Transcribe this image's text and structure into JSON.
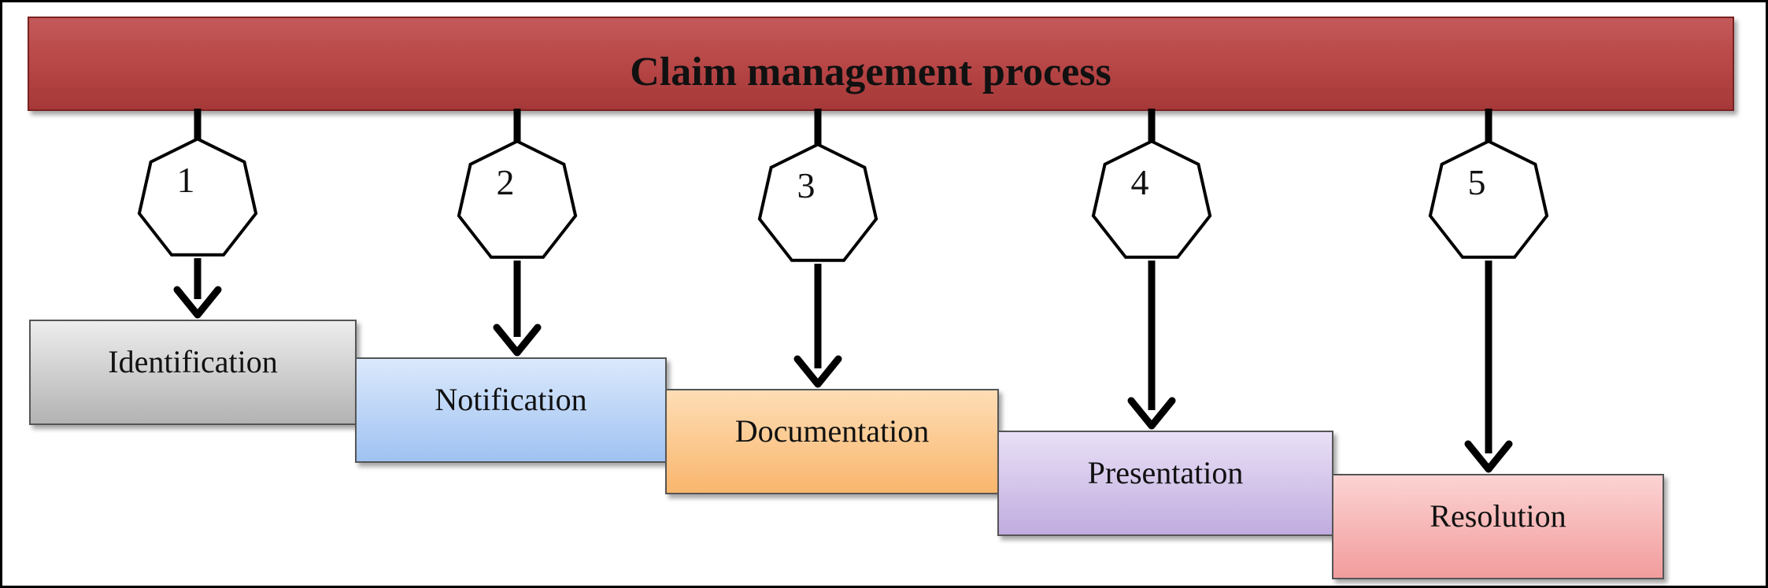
{
  "title": "Claim management process",
  "colors": {
    "banner": "#b84a4a",
    "outline": "#000000"
  },
  "steps": [
    {
      "number": "1",
      "label": "Identification",
      "fill": "#c8c8c8"
    },
    {
      "number": "2",
      "label": "Notification",
      "fill": "#b6d2f6"
    },
    {
      "number": "3",
      "label": "Documentation",
      "fill": "#fcc890"
    },
    {
      "number": "4",
      "label": "Presentation",
      "fill": "#d4c6ec"
    },
    {
      "number": "5",
      "label": "Resolution",
      "fill": "#f6b0b0"
    }
  ]
}
